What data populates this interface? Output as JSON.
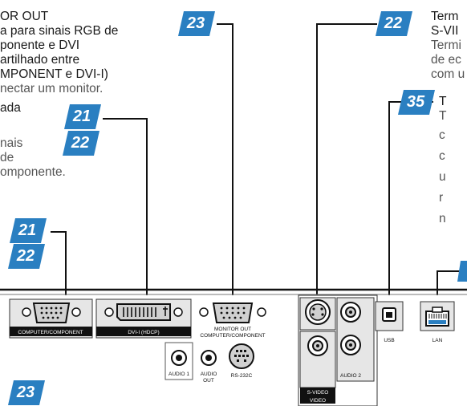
{
  "text": {
    "t1": "OR OUT",
    "t2": "a para sinais RGB de",
    "t3": "ponente e DVI",
    "t4": "artilhado entre",
    "t5": "MPONENT e DVI-I)",
    "t6": "nectar um monitor.",
    "t7": "ada",
    "t8": "nais",
    "t9": "de",
    "t10": "omponente.",
    "r1": "Term",
    "r2": "S-VII",
    "r3": "Termi",
    "r4": "de ec",
    "r5": "com u",
    "s1": "T",
    "s2": "T",
    "s3": "c",
    "s4": "c",
    "s5": "u",
    "s6": "r",
    "s7": "n"
  },
  "badges": {
    "b23_top": "23",
    "b22_right": "22",
    "b21_mid": "21",
    "b22_mid": "22",
    "b35": "35",
    "b21_left": "21",
    "b22_left": "22",
    "b23_bottom": "23"
  },
  "panel_labels": {
    "computer_component": "COMPUTER/COMPONENT",
    "dvi": "DVI-I (HDCP)",
    "monitor_out_1": "MONITOR OUT",
    "monitor_out_2": "COMPUTER/COMPONENT",
    "audio1": "AUDIO 1",
    "audio_out_1": "AUDIO",
    "audio_out_2": "OUT",
    "rs232c": "RS-232C",
    "svideo": "S-VIDEO",
    "video": "VIDEO",
    "audio2": "AUDIO 2",
    "usb": "USB",
    "lan": "LAN"
  },
  "colors": {
    "badge_blue": "#2a7fc1",
    "panel_gray": "#e8e8e8",
    "label_bar": "#111111"
  }
}
